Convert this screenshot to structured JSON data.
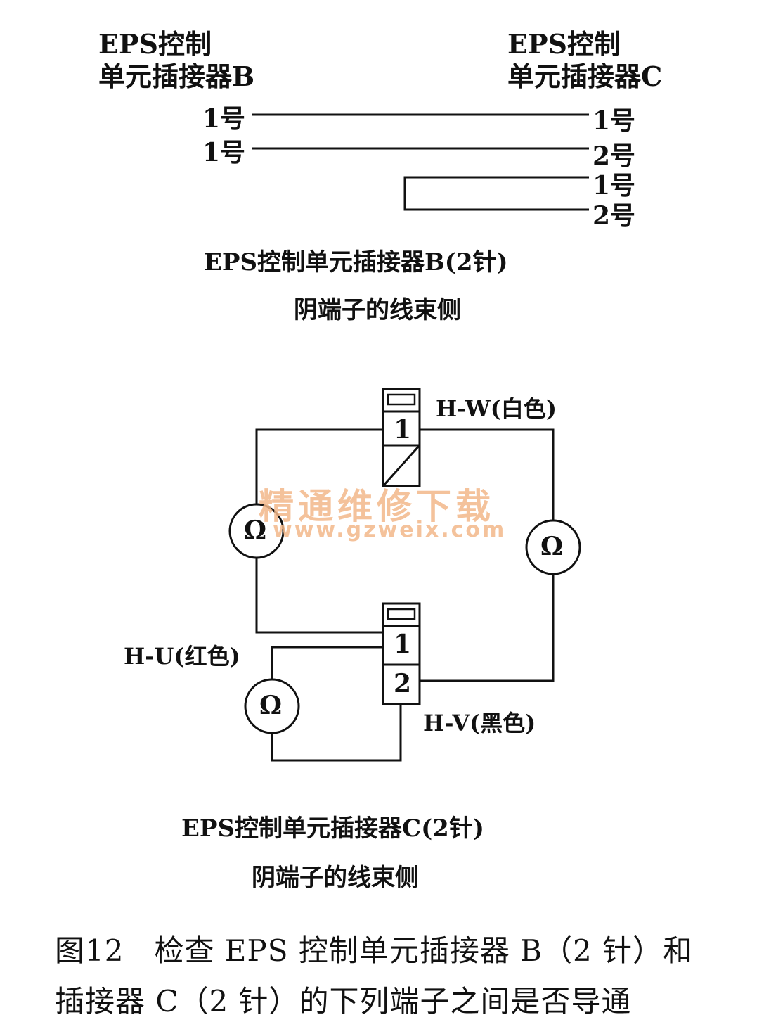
{
  "top": {
    "connector_b_line1": "EPS控制",
    "connector_b_line2": "单元插接器B",
    "connector_c_line1": "EPS控制",
    "connector_c_line2": "单元插接器C",
    "left_pins": [
      "1号",
      "1号"
    ],
    "right_pins": [
      "1号",
      "2号",
      "1号",
      "2号"
    ],
    "caption_line1": "EPS控制单元插接器B(2针)",
    "caption_line2": "阴端子的线束侧"
  },
  "bottom": {
    "pin_labels": [
      "1",
      "1",
      "2"
    ],
    "meter_symbol": "Ω",
    "label_hw": "H-W(白色)",
    "label_hu": "H-U(红色)",
    "label_hv": "H-V(黑色)",
    "caption_line1": "EPS控制单元插接器C(2针)",
    "caption_line2": "阴端子的线束侧"
  },
  "watermark": {
    "text": "精通维修下载",
    "url": "www.gzweix.com"
  },
  "figure_caption": {
    "line1": "图12　检查 EPS 控制单元插接器 B（2 针）和",
    "line2": "插接器 C（2 针）的下列端子之间是否导通"
  }
}
